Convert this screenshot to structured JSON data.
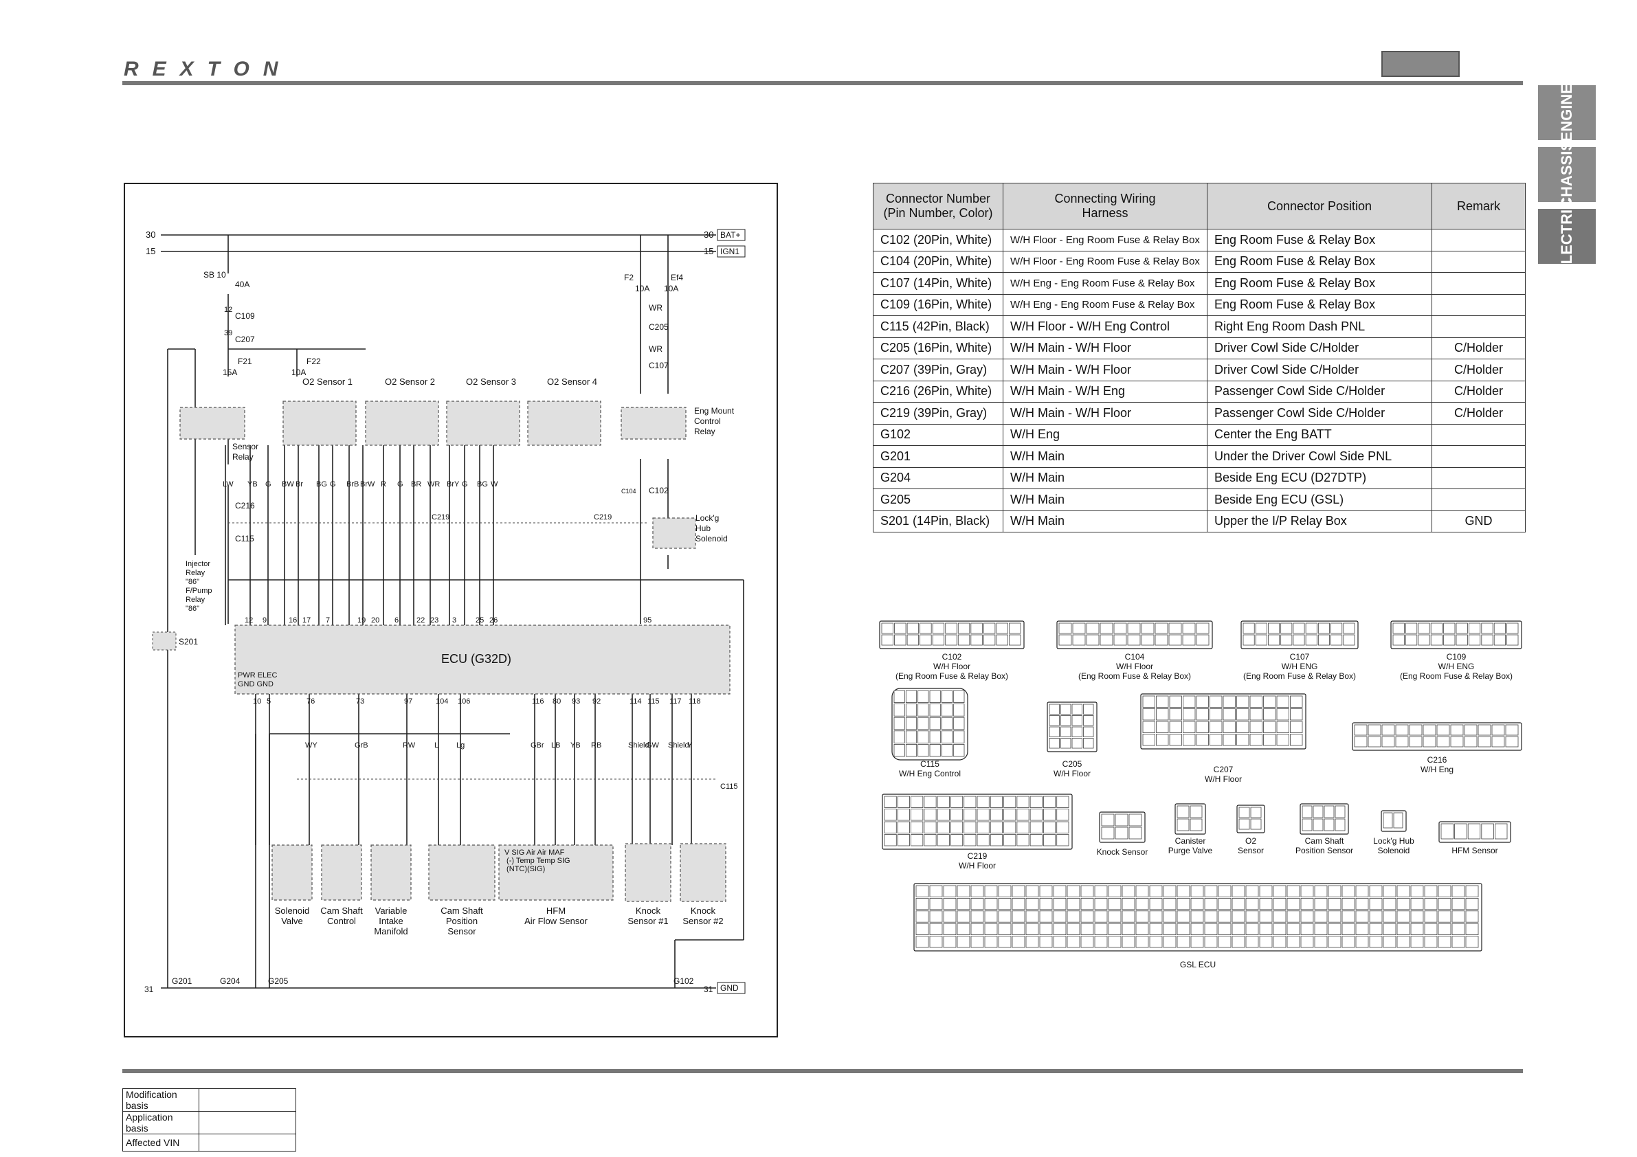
{
  "header": {
    "logo": "REXTON"
  },
  "side_tabs": [
    "ENGINE",
    "CHASSIS",
    "ELECTRIC"
  ],
  "table": {
    "headers": [
      "Connector Number\n(Pin Number, Color)",
      "Connecting Wiring\nHarness",
      "Connector Position",
      "Remark"
    ],
    "rows": [
      [
        "C102 (20Pin, White)",
        "W/H Floor - Eng Room Fuse & Relay Box",
        "Eng Room Fuse & Relay Box",
        ""
      ],
      [
        "C104 (20Pin, White)",
        "W/H Floor - Eng Room Fuse & Relay Box",
        "Eng Room Fuse & Relay Box",
        ""
      ],
      [
        "C107 (14Pin, White)",
        "W/H Eng - Eng Room Fuse & Relay Box",
        "Eng Room Fuse & Relay Box",
        ""
      ],
      [
        "C109 (16Pin, White)",
        "W/H Eng - Eng Room Fuse & Relay Box",
        "Eng Room Fuse & Relay Box",
        ""
      ],
      [
        "C115 (42Pin, Black)",
        "W/H Floor - W/H Eng Control",
        "Right Eng Room Dash PNL",
        ""
      ],
      [
        "C205 (16Pin, White)",
        "W/H Main - W/H Floor",
        "Driver Cowl Side C/Holder",
        "C/Holder"
      ],
      [
        "C207 (39Pin, Gray)",
        "W/H Main - W/H Floor",
        "Driver Cowl Side C/Holder",
        "C/Holder"
      ],
      [
        "C216 (26Pin, White)",
        "W/H Main - W/H Eng",
        "Passenger Cowl Side C/Holder",
        "C/Holder"
      ],
      [
        "C219 (39Pin, Gray)",
        "W/H Main - W/H Floor",
        "Passenger Cowl Side C/Holder",
        "C/Holder"
      ],
      [
        "G102",
        "W/H Eng",
        "Center the Eng BATT",
        ""
      ],
      [
        "G201",
        "W/H Main",
        "Under the Driver Cowl Side PNL",
        ""
      ],
      [
        "G204",
        "W/H Main",
        "Beside Eng ECU (D27DTP)",
        ""
      ],
      [
        "G205",
        "W/H Main",
        "Beside Eng ECU (GSL)",
        ""
      ],
      [
        "S201 (14Pin, Black)",
        "W/H Main",
        "Upper the I/P Relay Box",
        "GND"
      ]
    ]
  },
  "schematic": {
    "rail_30": "30",
    "rail_15": "15",
    "bat_label": "BAT+",
    "ign_label": "IGN1",
    "sb10": "SB 10",
    "sb10_amp": "40A",
    "f21": "F21",
    "f21_amp": "15A",
    "f22": "F22",
    "f22_amp": "10A",
    "f2": "F2",
    "f2_amp": "10A",
    "ef4": "Ef4",
    "ef4_amp": "10A",
    "c109": "C109",
    "c109_pin": "12",
    "c207": "C207",
    "c207_pin": "39",
    "c205": "C205",
    "c107": "C107",
    "wr": "WR",
    "o2_sensors": [
      "O2 Sensor 1",
      "O2 Sensor 2",
      "O2 Sensor 3",
      "O2 Sensor 4"
    ],
    "sensor_relay": "Sensor\nRelay",
    "eng_mount_relay": "Eng Mount\nControl\nRelay",
    "lock_hub": "Lock'g\nHub\nSolenoid",
    "injector_relay": "Injector\nRelay\n\"86\"\nF/Pump\nRelay\n\"86\"",
    "ecu_label": "ECU (G32D)",
    "pwr_gnd": "PWR ELEC\nGND  GND",
    "s201": "S201",
    "c216": "C216",
    "c115": "C115",
    "c219": "C219",
    "c104": "C104",
    "c102": "C102",
    "wires_top": [
      "LW",
      "YB",
      "G",
      "BW",
      "Br",
      "BG",
      "G",
      "BrB",
      "BrW",
      "R",
      "G",
      "BR",
      "WR",
      "BrY",
      "G",
      "BG",
      "W"
    ],
    "ecu_top_pins": [
      "12",
      "9",
      "16",
      "17",
      "7",
      "19",
      "20",
      "6",
      "22",
      "23",
      "3",
      "25",
      "26",
      "95"
    ],
    "ecu_bottom_pins": [
      "10",
      "5",
      "76",
      "73",
      "97",
      "104",
      "106",
      "116",
      "80",
      "93",
      "92",
      "114",
      "115",
      "117",
      "118"
    ],
    "wires_bottom": [
      "WY",
      "GrB",
      "RW",
      "L",
      "Lg",
      "GBr",
      "LB",
      "YB",
      "RB",
      "Shield",
      "GW",
      "Shield",
      "Y"
    ],
    "components": [
      "Solenoid\nValve",
      "Cam Shaft\nControl",
      "Variable\nIntake\nManifold",
      "Cam Shaft\nPosition\nSensor",
      "HFM\nAir Flow Sensor",
      "Knock\nSensor #1",
      "Knock\nSensor #2"
    ],
    "hfm_pins": "V    SIG    Air    Air   MAF\n      (-)  Temp Temp  SIG\n           (NTC)(SIG)",
    "grounds": [
      "G201",
      "G204",
      "G205",
      "G102"
    ],
    "gnd_label": "GND",
    "rail_31": "31"
  },
  "connectors": [
    {
      "id": "C102",
      "lines": "C102\nW/H Floor\n(Eng Room Fuse & Relay Box)"
    },
    {
      "id": "C104",
      "lines": "C104\nW/H Floor\n(Eng Room Fuse & Relay Box)"
    },
    {
      "id": "C107",
      "lines": "C107\nW/H ENG\n(Eng Room Fuse & Relay Box)"
    },
    {
      "id": "C109",
      "lines": "C109\nW/H ENG\n(Eng Room Fuse & Relay Box)"
    },
    {
      "id": "C115",
      "lines": "C115\nW/H Eng Control"
    },
    {
      "id": "C205",
      "lines": "C205\nW/H Floor"
    },
    {
      "id": "C207",
      "lines": "C207\nW/H Floor"
    },
    {
      "id": "C216",
      "lines": "C216\nW/H Eng"
    },
    {
      "id": "C219",
      "lines": "C219\nW/H Floor"
    },
    {
      "id": "knock",
      "lines": "Knock Sensor"
    },
    {
      "id": "canister",
      "lines": "Canister\nPurge Valve"
    },
    {
      "id": "o2",
      "lines": "O2\nSensor"
    },
    {
      "id": "cam",
      "lines": "Cam Shaft\nPosition Sensor"
    },
    {
      "id": "lockhub",
      "lines": "Lock'g Hub\nSolenoid"
    },
    {
      "id": "hfm",
      "lines": "HFM Sensor"
    },
    {
      "id": "gslecu",
      "lines": "GSL ECU"
    }
  ],
  "modification": [
    {
      "label": "Modification basis",
      "value": ""
    },
    {
      "label": "Application basis",
      "value": ""
    },
    {
      "label": "Affected VIN",
      "value": ""
    }
  ]
}
